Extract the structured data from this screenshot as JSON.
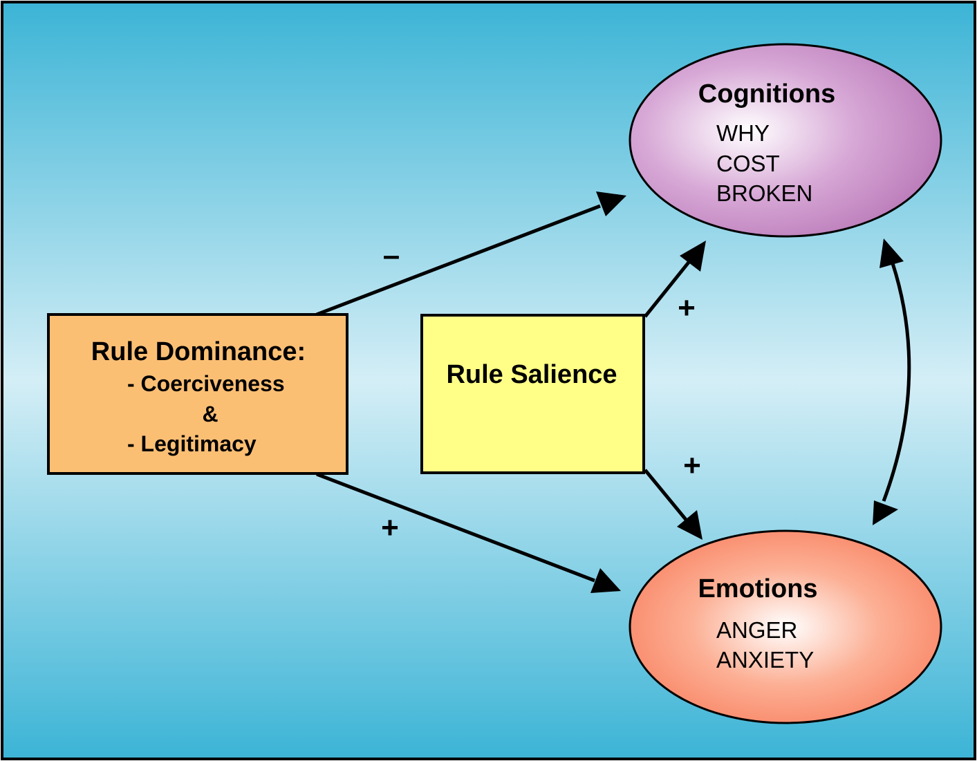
{
  "nodes": {
    "rule_dominance": {
      "title": "Rule Dominance:",
      "items": [
        "- Coerciveness",
        "&",
        "- Legitimacy"
      ],
      "fill": "#fbbf74"
    },
    "rule_salience": {
      "title": "Rule Salience",
      "fill": "#ffff88"
    },
    "cognitions": {
      "title": "Cognitions",
      "items": [
        "WHY",
        "COST",
        "BROKEN"
      ],
      "fill": "#c084bf"
    },
    "emotions": {
      "title": "Emotions",
      "items": [
        "ANGER",
        "ANXIETY"
      ],
      "fill": "#f9805c"
    }
  },
  "edges": {
    "dominance_to_cognitions": {
      "sign": "–"
    },
    "dominance_to_emotions": {
      "sign": "+"
    },
    "salience_to_cognitions": {
      "sign": "+"
    },
    "salience_to_emotions": {
      "sign": "+"
    }
  },
  "colors": {
    "background_edge": "#3cb4d6",
    "background_center": "#d4eef6",
    "stroke": "#000000"
  }
}
